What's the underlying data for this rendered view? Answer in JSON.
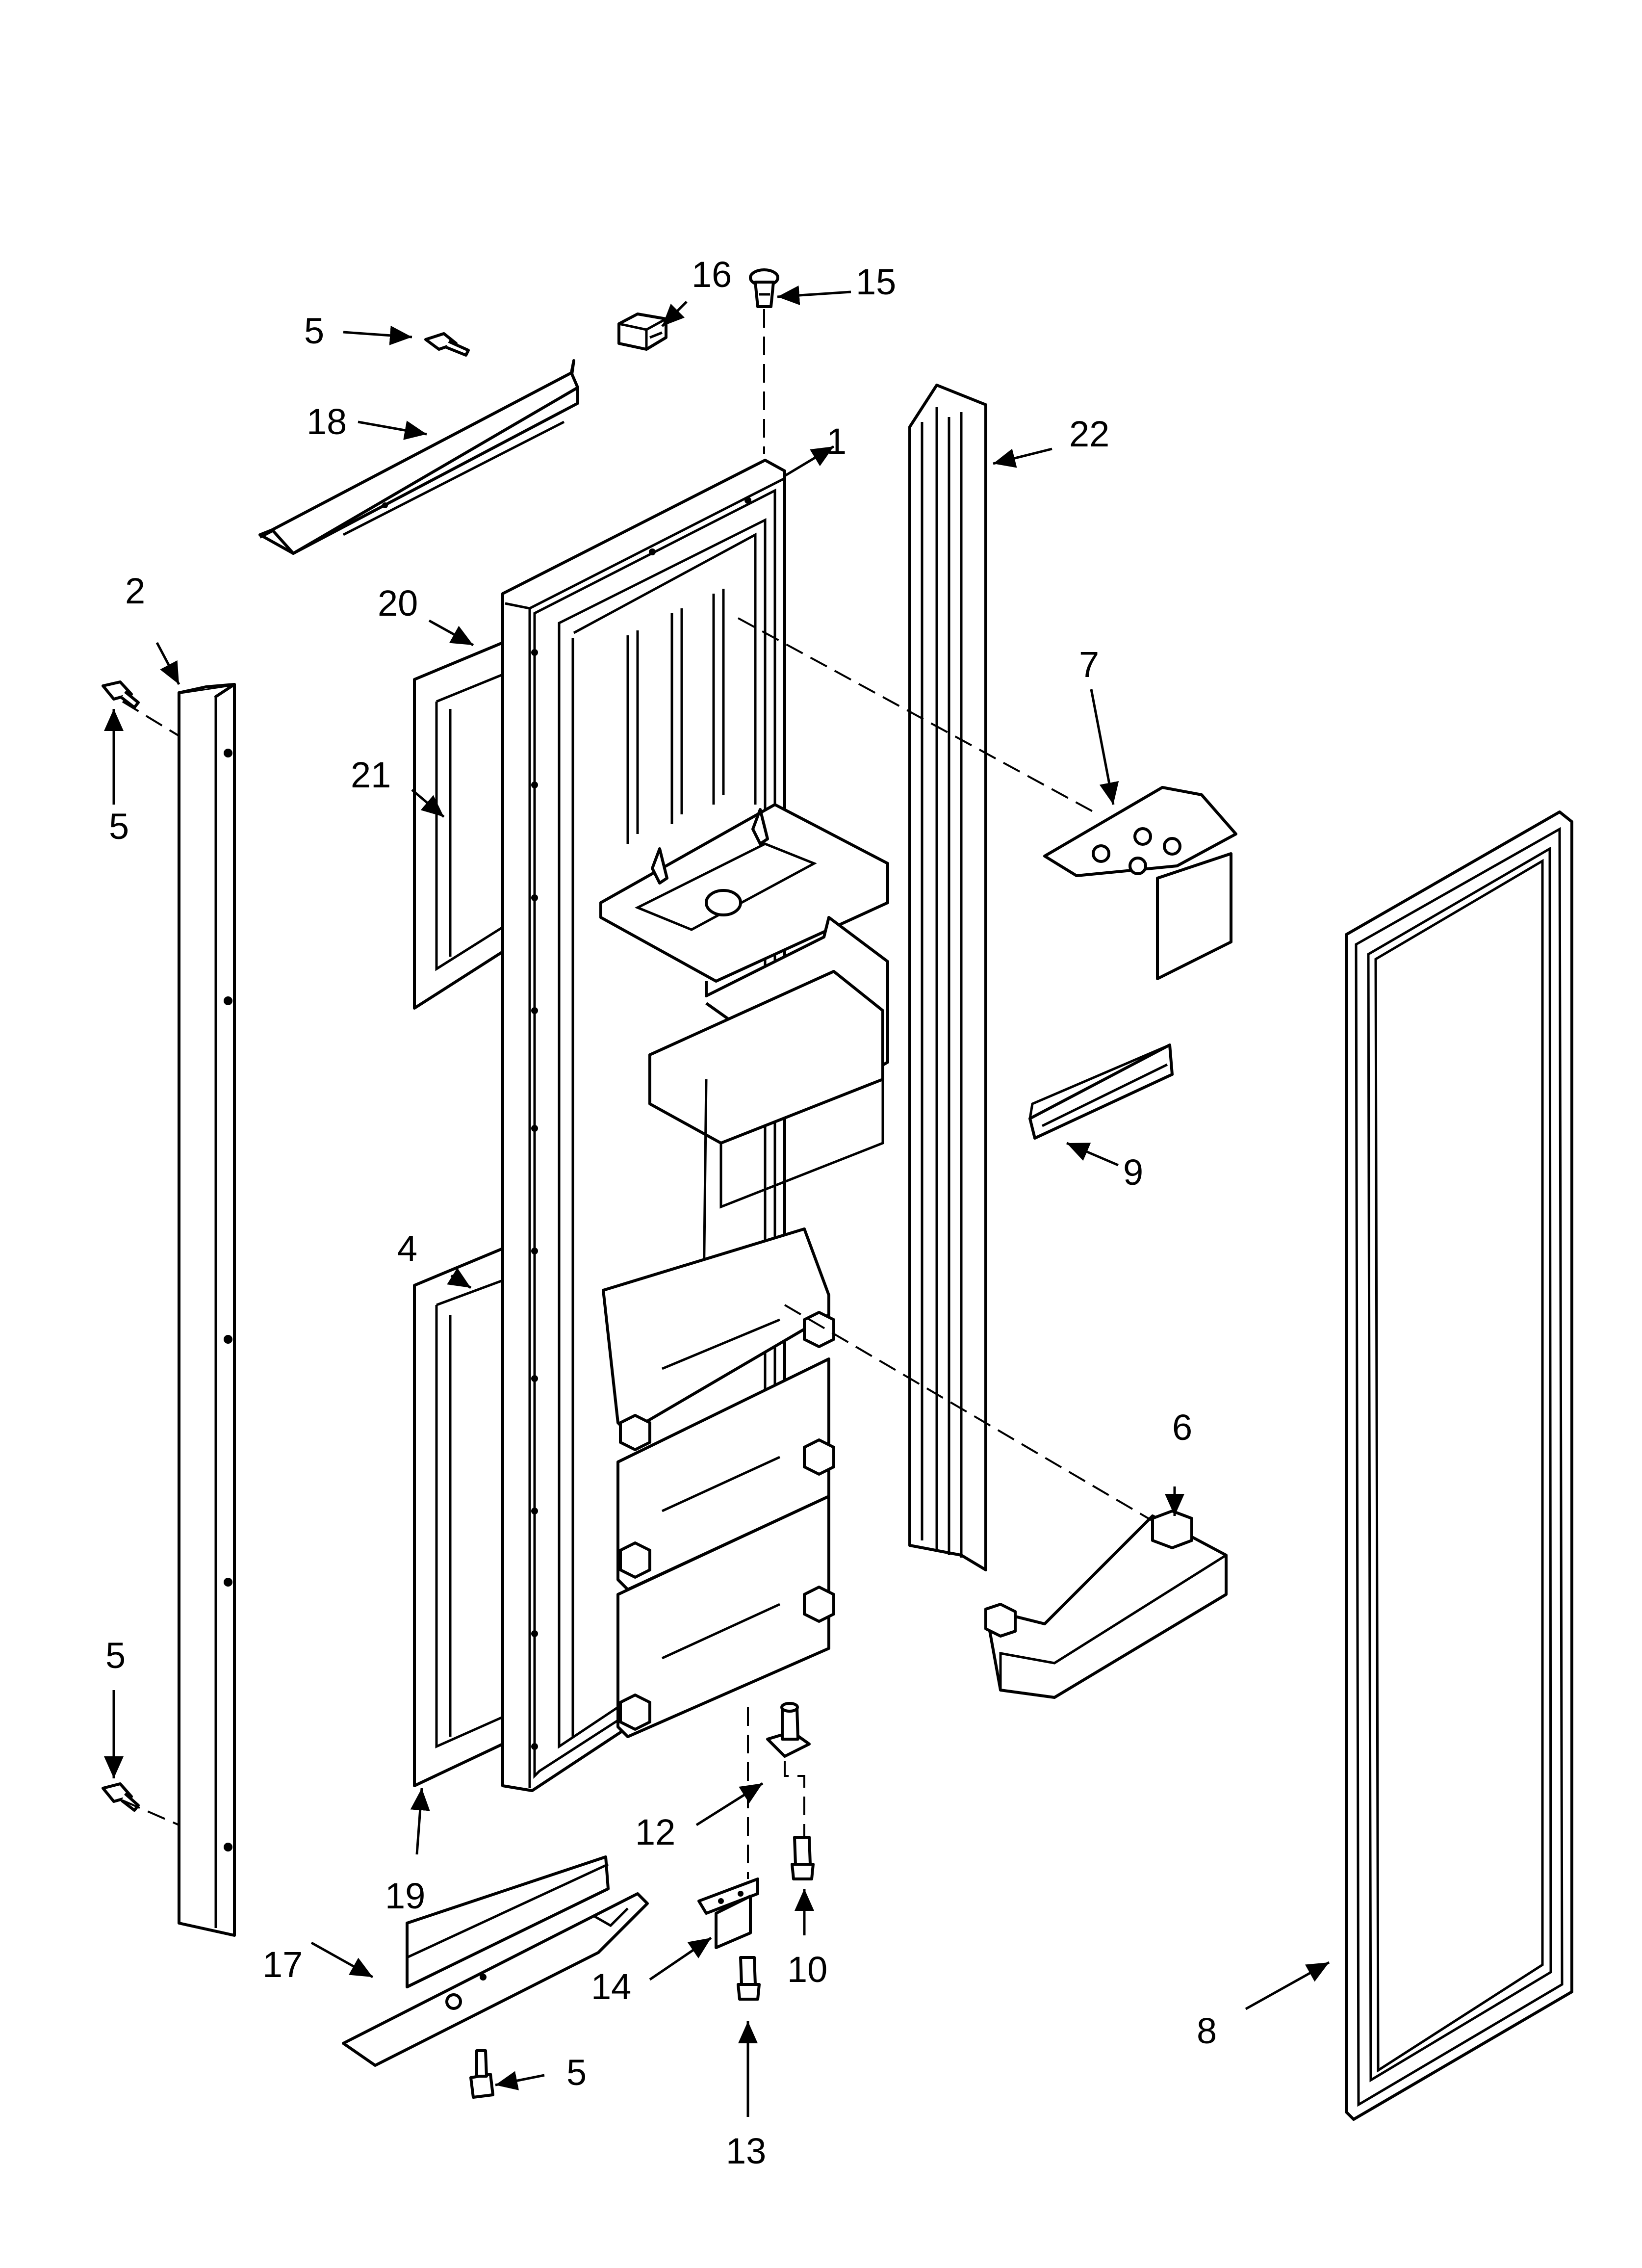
{
  "diagram": {
    "callouts": [
      {
        "id": "c1",
        "label": "1"
      },
      {
        "id": "c2",
        "label": "2"
      },
      {
        "id": "c4",
        "label": "4"
      },
      {
        "id": "c5a",
        "label": "5"
      },
      {
        "id": "c5b",
        "label": "5"
      },
      {
        "id": "c5c",
        "label": "5"
      },
      {
        "id": "c5d",
        "label": "5"
      },
      {
        "id": "c6",
        "label": "6"
      },
      {
        "id": "c7",
        "label": "7"
      },
      {
        "id": "c8",
        "label": "8"
      },
      {
        "id": "c9",
        "label": "9"
      },
      {
        "id": "c10",
        "label": "10"
      },
      {
        "id": "c12",
        "label": "12"
      },
      {
        "id": "c13",
        "label": "13"
      },
      {
        "id": "c14",
        "label": "14"
      },
      {
        "id": "c15",
        "label": "15"
      },
      {
        "id": "c16",
        "label": "16"
      },
      {
        "id": "c17",
        "label": "17"
      },
      {
        "id": "c18",
        "label": "18"
      },
      {
        "id": "c19",
        "label": "19"
      },
      {
        "id": "c20",
        "label": "20"
      },
      {
        "id": "c21",
        "label": "21"
      },
      {
        "id": "c22",
        "label": "22"
      }
    ]
  }
}
